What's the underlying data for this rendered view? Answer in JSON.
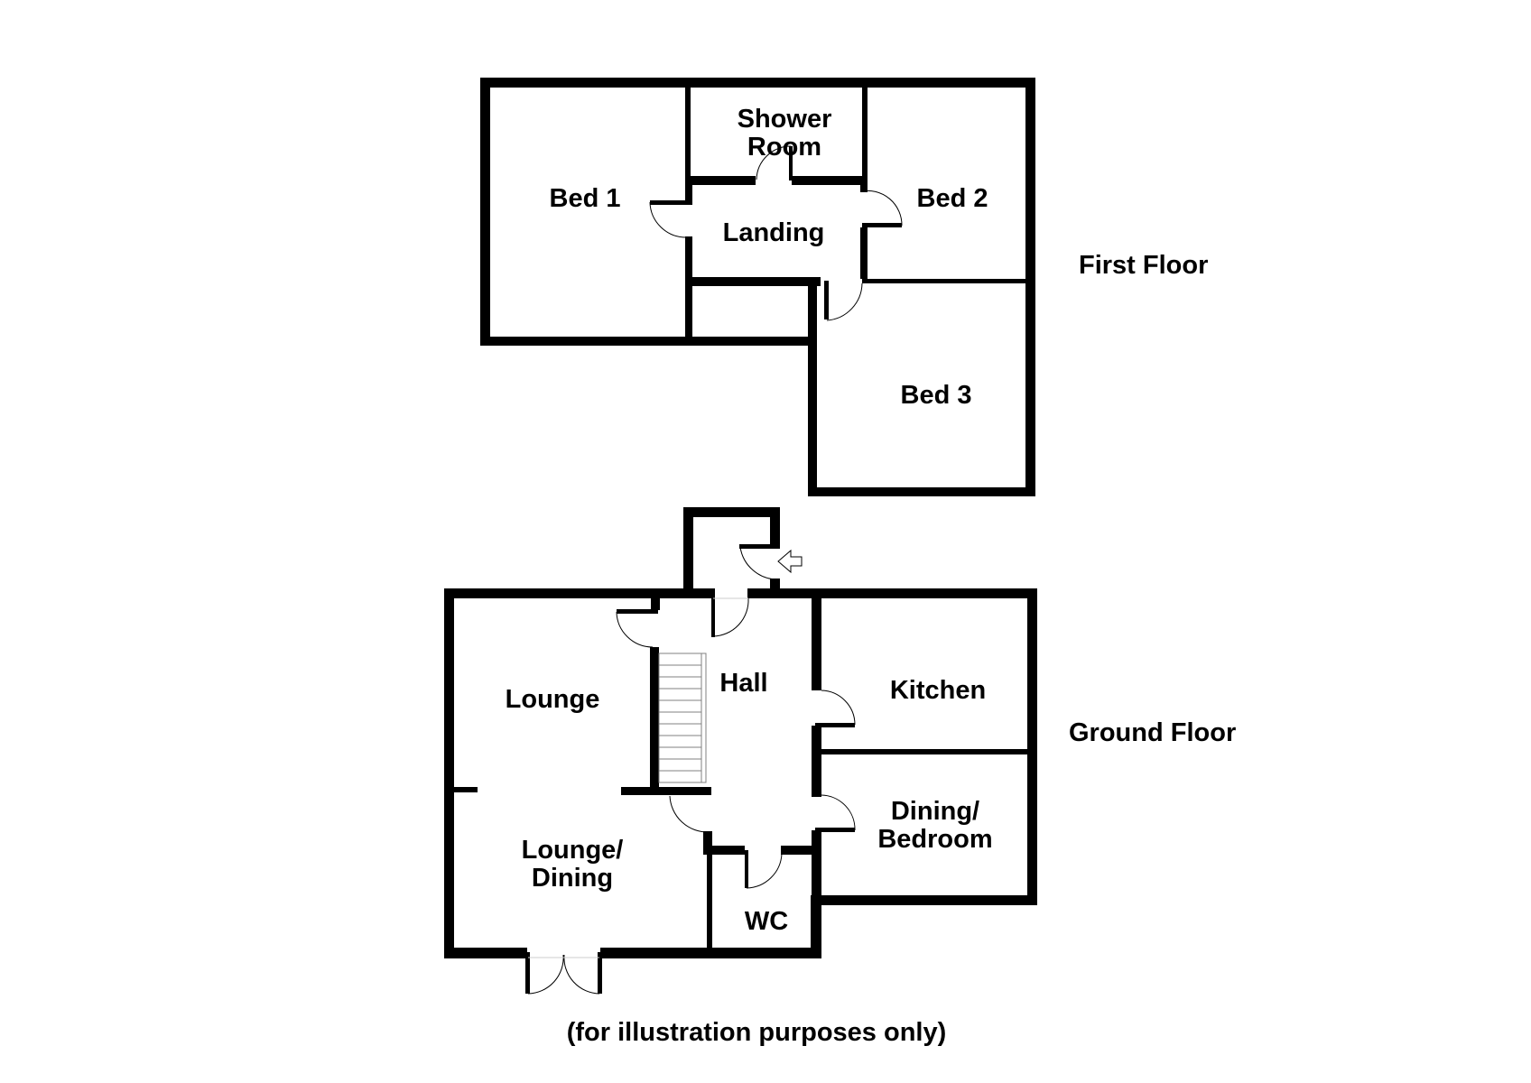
{
  "floors": [
    {
      "name": "First Floor",
      "rooms": {
        "bed1": "Bed 1",
        "shower_room_line1": "Shower",
        "shower_room_line2": "Room",
        "landing": "Landing",
        "bed2": "Bed 2",
        "bed3": "Bed 3"
      }
    },
    {
      "name": "Ground Floor",
      "rooms": {
        "lounge": "Lounge",
        "hall": "Hall",
        "kitchen": "Kitchen",
        "lounge_dining_line1": "Lounge/",
        "lounge_dining_line2": "Dining",
        "dining_bedroom_line1": "Dining/",
        "dining_bedroom_line2": "Bedroom",
        "wc": "WC"
      }
    }
  ],
  "disclaimer": "(for illustration purposes only)",
  "icons": {
    "entrance": "arrow-left-icon"
  },
  "colors": {
    "walls": "#000000",
    "background": "#ffffff",
    "stairs": "#808080"
  }
}
